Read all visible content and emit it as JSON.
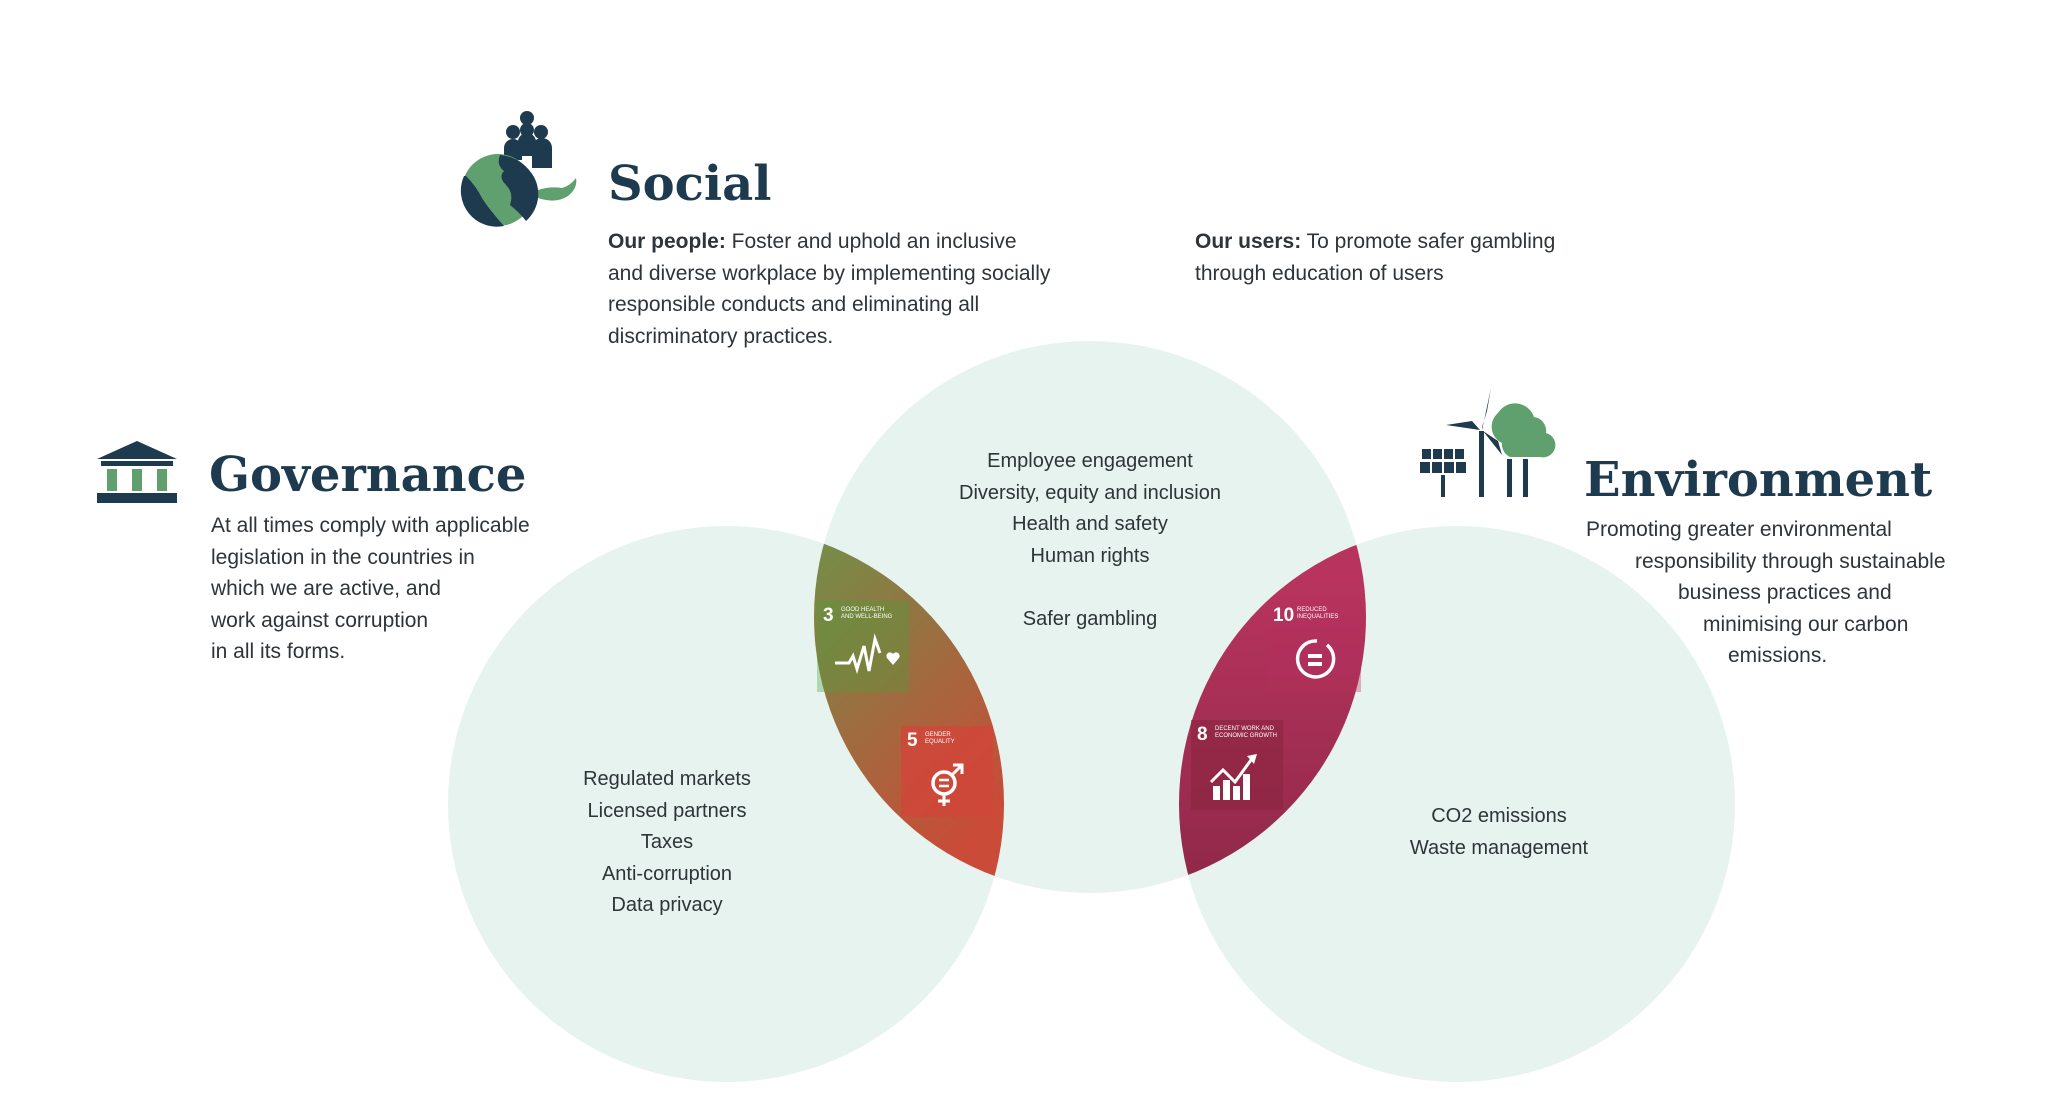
{
  "colors": {
    "title": "#1e3a4f",
    "icon_green": "#5fa06e",
    "circle_fill": "#e6f3ee",
    "lens_left_top": "#5f9e4b",
    "lens_left_bottom": "#c94b38",
    "lens_right_top": "#b8345e",
    "lens_right_bottom": "#7c2340"
  },
  "social": {
    "icon": "globe-people-hand-icon",
    "title": "Social",
    "people_label": "Our people:",
    "people_lines": [
      " Foster and uphold an inclusive",
      "and diverse workplace by implementing socially",
      "responsible conducts and eliminating all",
      "discriminatory practices."
    ],
    "users_label": "Our users:",
    "users_lines": [
      " To promote safer gambling",
      "through education of users"
    ],
    "items": [
      "Employee engagement",
      "Diversity, equity and inclusion",
      "Health and safety",
      "Human rights",
      "Safer gambling"
    ]
  },
  "governance": {
    "icon": "institution-building-icon",
    "title": "Governance",
    "lines": [
      "At all times comply with applicable",
      "legislation in the countries in",
      "which we are active, and",
      "work against corruption",
      "in all its forms."
    ],
    "items": [
      "Regulated markets",
      "Licensed partners",
      "Taxes",
      "Anti-corruption",
      "Data privacy"
    ]
  },
  "environment": {
    "icon": "wind-solar-trees-icon",
    "title": "Environment",
    "lines": [
      "Promoting greater environmental",
      "responsibility through sustainable",
      "business practices and",
      "minimising our carbon",
      "emissions."
    ],
    "items": [
      "CO2 emissions",
      "Waste management"
    ]
  },
  "sdgs": [
    {
      "number": "3",
      "label": "Good health and well-being",
      "icon": "heartbeat-icon",
      "color": "#4c9f38"
    },
    {
      "number": "5",
      "label": "Gender equality",
      "icon": "gender-equality-icon",
      "color": "#d0463a"
    },
    {
      "number": "10",
      "label": "Reduced inequalities",
      "icon": "equality-circle-icon",
      "color": "#b5305e"
    },
    {
      "number": "8",
      "label": "Decent work and economic growth",
      "icon": "growth-chart-icon",
      "color": "#8a2440"
    }
  ]
}
